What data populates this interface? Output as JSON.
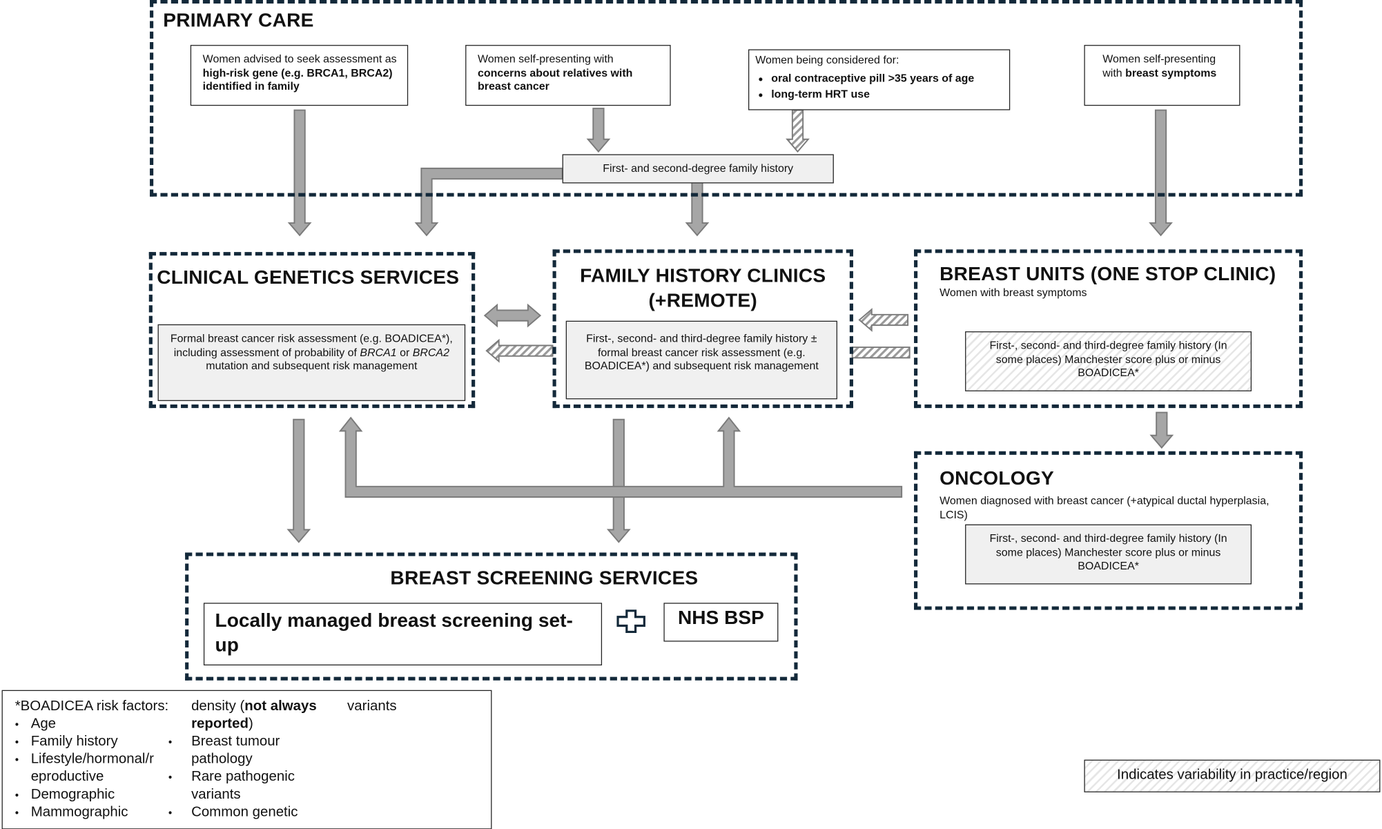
{
  "primary_care": {
    "title": "PRIMARY CARE",
    "box1": {
      "pre": "Women advised to seek assessment as ",
      "bold": "high-risk gene (e.g. BRCA1, BRCA2) identified in family"
    },
    "box2": {
      "pre": "Women self-presenting with ",
      "bold": "concerns about relatives with breast cancer"
    },
    "box3": {
      "pre": "Women being considered for:",
      "items": [
        "oral contraceptive pill >35 years of age",
        "long-term HRT use"
      ]
    },
    "box4": {
      "pre": "Women self-presenting with ",
      "bold": "breast symptoms"
    },
    "family_history": "First- and second-degree family history"
  },
  "clinical_genetics": {
    "title": "CLINICAL GENETICS SERVICES",
    "t1": "Formal breast cancer risk assessment (e.g. BOADICEA*), including assessment of probability of ",
    "i1": "BRCA1",
    "t2": " or ",
    "i2": "BRCA2",
    "t3": " mutation and subsequent risk management"
  },
  "family_history_clinics": {
    "title": "FAMILY HISTORY CLINICS (+REMOTE)",
    "text": "First-, second- and third-degree family history ± formal breast cancer risk assessment (e.g. BOADICEA*) and subsequent risk management"
  },
  "breast_units": {
    "title": "BREAST UNITS (ONE STOP CLINIC)",
    "subtitle": "Women with breast symptoms",
    "text": "First-, second- and third-degree family history (In some places) Manchester score plus or minus BOADICEA*"
  },
  "oncology": {
    "title": "ONCOLOGY",
    "subtitle": "Women diagnosed with breast cancer (+atypical ductal hyperplasia, LCIS)",
    "text": "First-, second- and third-degree family history (In some places) Manchester score plus or minus BOADICEA*"
  },
  "screening": {
    "title": "BREAST SCREENING SERVICES",
    "local": "Locally managed breast screening set-up",
    "plus_icon": "plus-icon",
    "nhs": "NHS BSP"
  },
  "legend": {
    "heading": "*BOADICEA risk factors:",
    "col1": [
      "Age",
      "Family history",
      "Lifestyle/hormonal/r eproductive",
      "Demographic",
      "Mammographic"
    ],
    "col2_cont": "density (",
    "col2_bold1": "not always",
    "col2_bold2": "reported",
    "col2_close": ")",
    "col2": [
      "Breast tumour pathology",
      "Rare pathogenic variants",
      "Common genetic"
    ],
    "col3": "variants"
  },
  "variability_key": "Indicates variability in practice/region",
  "colors": {
    "dash": "#13293a",
    "arrow_fill": "#a6a6a6",
    "arrow_stroke": "#7a7a7a",
    "box_grey": "#f0f0f0"
  }
}
